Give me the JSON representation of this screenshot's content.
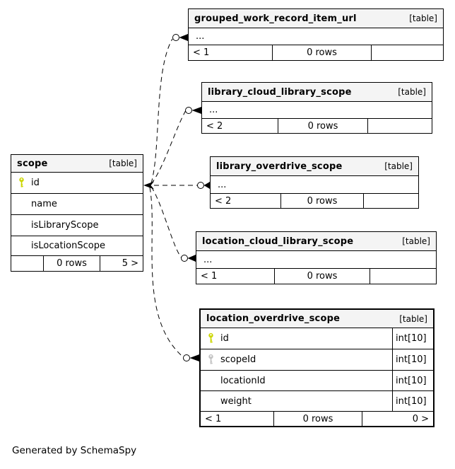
{
  "note": "Generated by SchemaSpy",
  "colors": {
    "primary_key": "#ccd600",
    "foreign_key": "#c2c2c2",
    "header_bg": "#f4f4f4",
    "border": "#000000"
  },
  "tables": {
    "scope": {
      "name": "scope",
      "badge": "[table]",
      "columns": [
        {
          "name": "id",
          "key": "primary"
        },
        {
          "name": "name"
        },
        {
          "name": "isLibraryScope"
        },
        {
          "name": "isLocationScope"
        }
      ],
      "footer": {
        "left": "",
        "center": "0 rows",
        "right": "5 >"
      }
    },
    "grouped_work_record_item_url": {
      "name": "grouped_work_record_item_url",
      "badge": "[table]",
      "columns": [
        {
          "name": "..."
        }
      ],
      "footer": {
        "left": "< 1",
        "center": "0 rows",
        "right": ""
      }
    },
    "library_cloud_library_scope": {
      "name": "library_cloud_library_scope",
      "badge": "[table]",
      "columns": [
        {
          "name": "..."
        }
      ],
      "footer": {
        "left": "< 2",
        "center": "0 rows",
        "right": ""
      }
    },
    "library_overdrive_scope": {
      "name": "library_overdrive_scope",
      "badge": "[table]",
      "columns": [
        {
          "name": "..."
        }
      ],
      "footer": {
        "left": "< 2",
        "center": "0 rows",
        "right": ""
      }
    },
    "location_cloud_library_scope": {
      "name": "location_cloud_library_scope",
      "badge": "[table]",
      "columns": [
        {
          "name": "..."
        }
      ],
      "footer": {
        "left": "< 1",
        "center": "0 rows",
        "right": ""
      }
    },
    "location_overdrive_scope": {
      "name": "location_overdrive_scope",
      "badge": "[table]",
      "columns": [
        {
          "name": "id",
          "key": "primary",
          "type": "int[10]"
        },
        {
          "name": "scopeId",
          "key": "foreign",
          "type": "int[10]"
        },
        {
          "name": "locationId",
          "type": "int[10]"
        },
        {
          "name": "weight",
          "type": "int[10]"
        }
      ],
      "footer": {
        "left": "< 1",
        "center": "0 rows",
        "right": "0 >"
      }
    }
  },
  "relationships": [
    {
      "from": "scope.id",
      "to": "grouped_work_record_item_url"
    },
    {
      "from": "scope.id",
      "to": "library_cloud_library_scope"
    },
    {
      "from": "scope.id",
      "to": "library_overdrive_scope"
    },
    {
      "from": "scope.id",
      "to": "location_cloud_library_scope"
    },
    {
      "from": "scope.id",
      "to": "location_overdrive_scope.scopeId"
    }
  ]
}
